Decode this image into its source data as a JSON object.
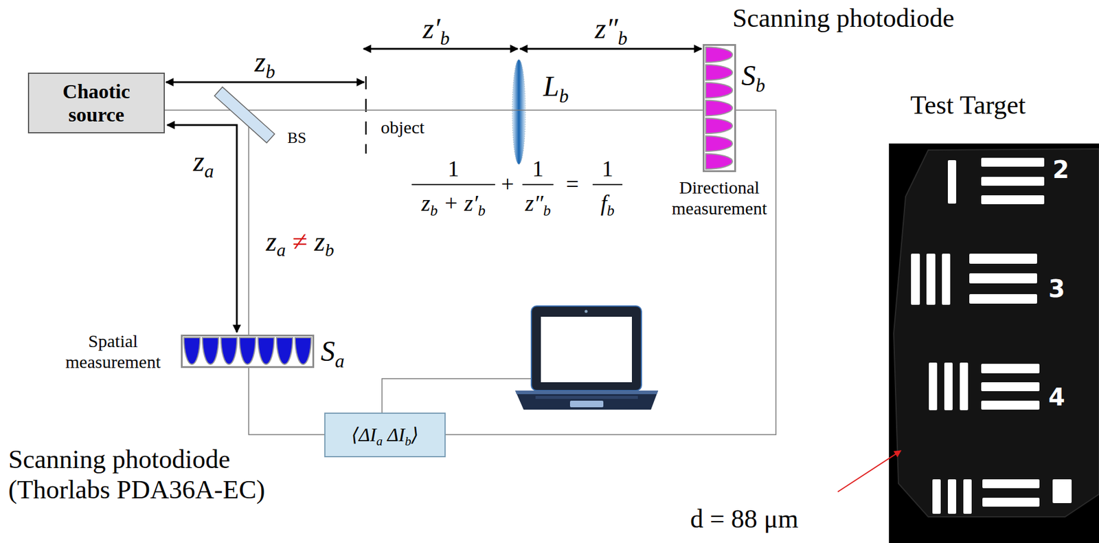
{
  "diagram": {
    "nodes": [
      {
        "text": [
          "Chaotic source"
        ]
      },
      {
        "text": [
          "Sb",
          "Directional measurement"
        ]
      },
      {
        "text": [
          "Spatial measurement",
          "Sa"
        ]
      },
      {
        "text": [
          "⟨ΔIa ΔIb⟩"
        ]
      }
    ],
    "edges": [
      {
        "from": 0,
        "to": 1,
        "arrow": "none"
      },
      {
        "from": 2,
        "to": 3,
        "arrow": "none"
      },
      {
        "from": 1,
        "to": 3,
        "arrow": "none"
      }
    ],
    "labels": [
      "zb",
      "z′b",
      "z″b",
      "Scanning photodiode",
      "BS",
      "object",
      "Lb",
      "1",
      "zb + z′b",
      "+",
      "1",
      "z″b",
      "=",
      "1",
      "fb",
      "za",
      "za ≠ zb",
      "Scanning photodiode (Thorlabs PDA36A-EC)",
      "Test Target",
      "2",
      "3",
      "4",
      "d = 88 μm"
    ]
  }
}
